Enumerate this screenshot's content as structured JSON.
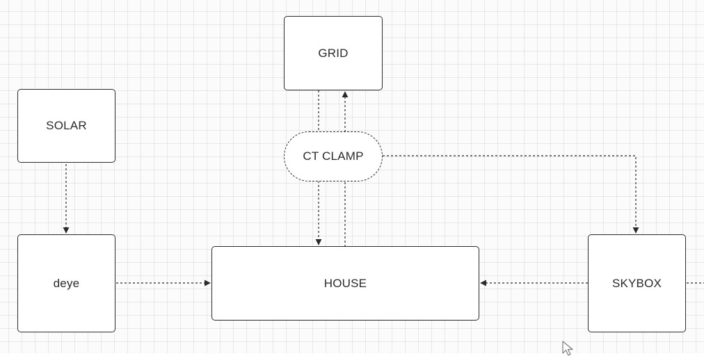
{
  "diagram": {
    "nodes": {
      "solar": "SOLAR",
      "grid": "GRID",
      "ct_clamp": "CT CLAMP",
      "deye": "deye",
      "house": "HOUSE",
      "skybox": "SKYBOX"
    },
    "edge_style": "dotted arrows",
    "colors": {
      "stroke": "#2a2a2a",
      "grid": "#e6e6e6",
      "background": "#fbfbfb"
    }
  }
}
